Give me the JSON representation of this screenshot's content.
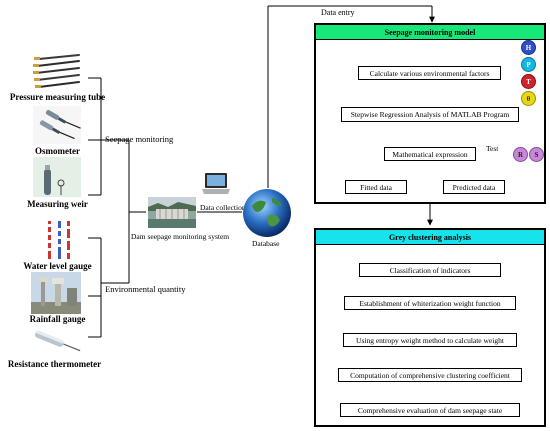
{
  "sensors": [
    {
      "label": "Pressure measuring tube"
    },
    {
      "label": "Osmometer"
    },
    {
      "label": "Measuring weir"
    },
    {
      "label": "Water level gauge"
    },
    {
      "label": "Rainfall gauge"
    },
    {
      "label": "Resistance thermometer"
    }
  ],
  "groups": {
    "seepage": "Seepage monitoring",
    "environment": "Environmental quantity"
  },
  "dam_label": "Dam seepage monitoring system",
  "collection_label": "Data collection",
  "database_label": "Database",
  "entry_label": "Data entry",
  "model": {
    "title": "Seepage monitoring model",
    "header_color": "#17e87a",
    "step1": "Calculate various environmental factors",
    "step2": "Stepwise Regression Analysis of MATLAB Program",
    "step3": "Mathematical expression",
    "test_label": "Test",
    "fitted": "Fitted data",
    "predicted": "Predicted data",
    "factors": [
      {
        "letter": "H",
        "color": "#2f4fc9"
      },
      {
        "letter": "P",
        "color": "#15b8e0"
      },
      {
        "letter": "T",
        "color": "#d0242c"
      },
      {
        "letter": "θ",
        "color": "#e8d812"
      }
    ],
    "tests": [
      {
        "letter": "R",
        "color": "#c888d8"
      },
      {
        "letter": "S",
        "color": "#c888d8"
      }
    ]
  },
  "grey": {
    "title": "Grey clustering analysis",
    "header_color": "#17e3ea",
    "steps": [
      "Classification of indicators",
      "Establishment of whiterization weight function",
      "Using entropy weight method to calculate weight",
      "Computation of comprehensive clustering coefficient",
      "Comprehensive evaluation of  dam seepage state"
    ]
  }
}
